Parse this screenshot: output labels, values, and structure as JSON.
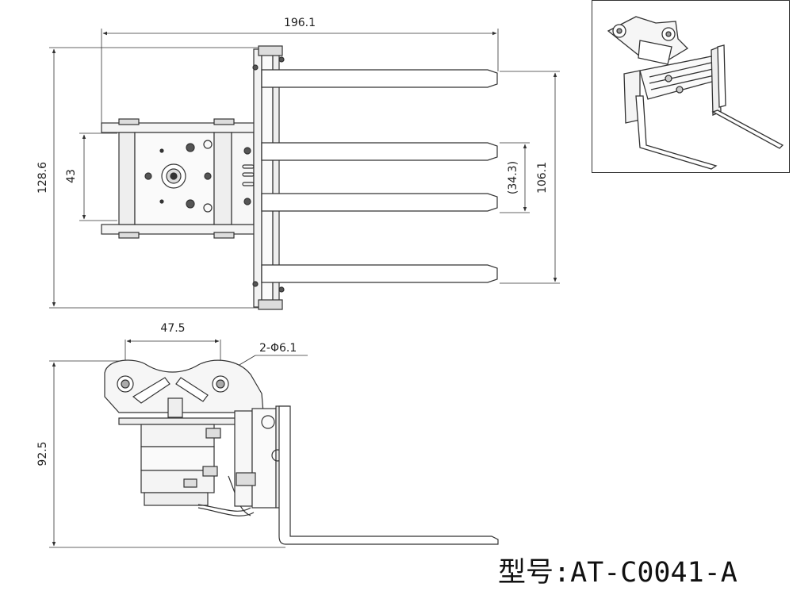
{
  "drawing": {
    "top_view": {
      "overall_width_label": "196.1",
      "overall_height_label": "128.6",
      "body_height_label": "43",
      "fork_gap_label": "(34.3)",
      "fork_span_label": "106.1"
    },
    "side_view": {
      "hole_spacing_label": "47.5",
      "hole_callout_label": "2-Φ6.1",
      "height_label": "92.5"
    },
    "model_label": "型号:AT-C0041-A"
  }
}
